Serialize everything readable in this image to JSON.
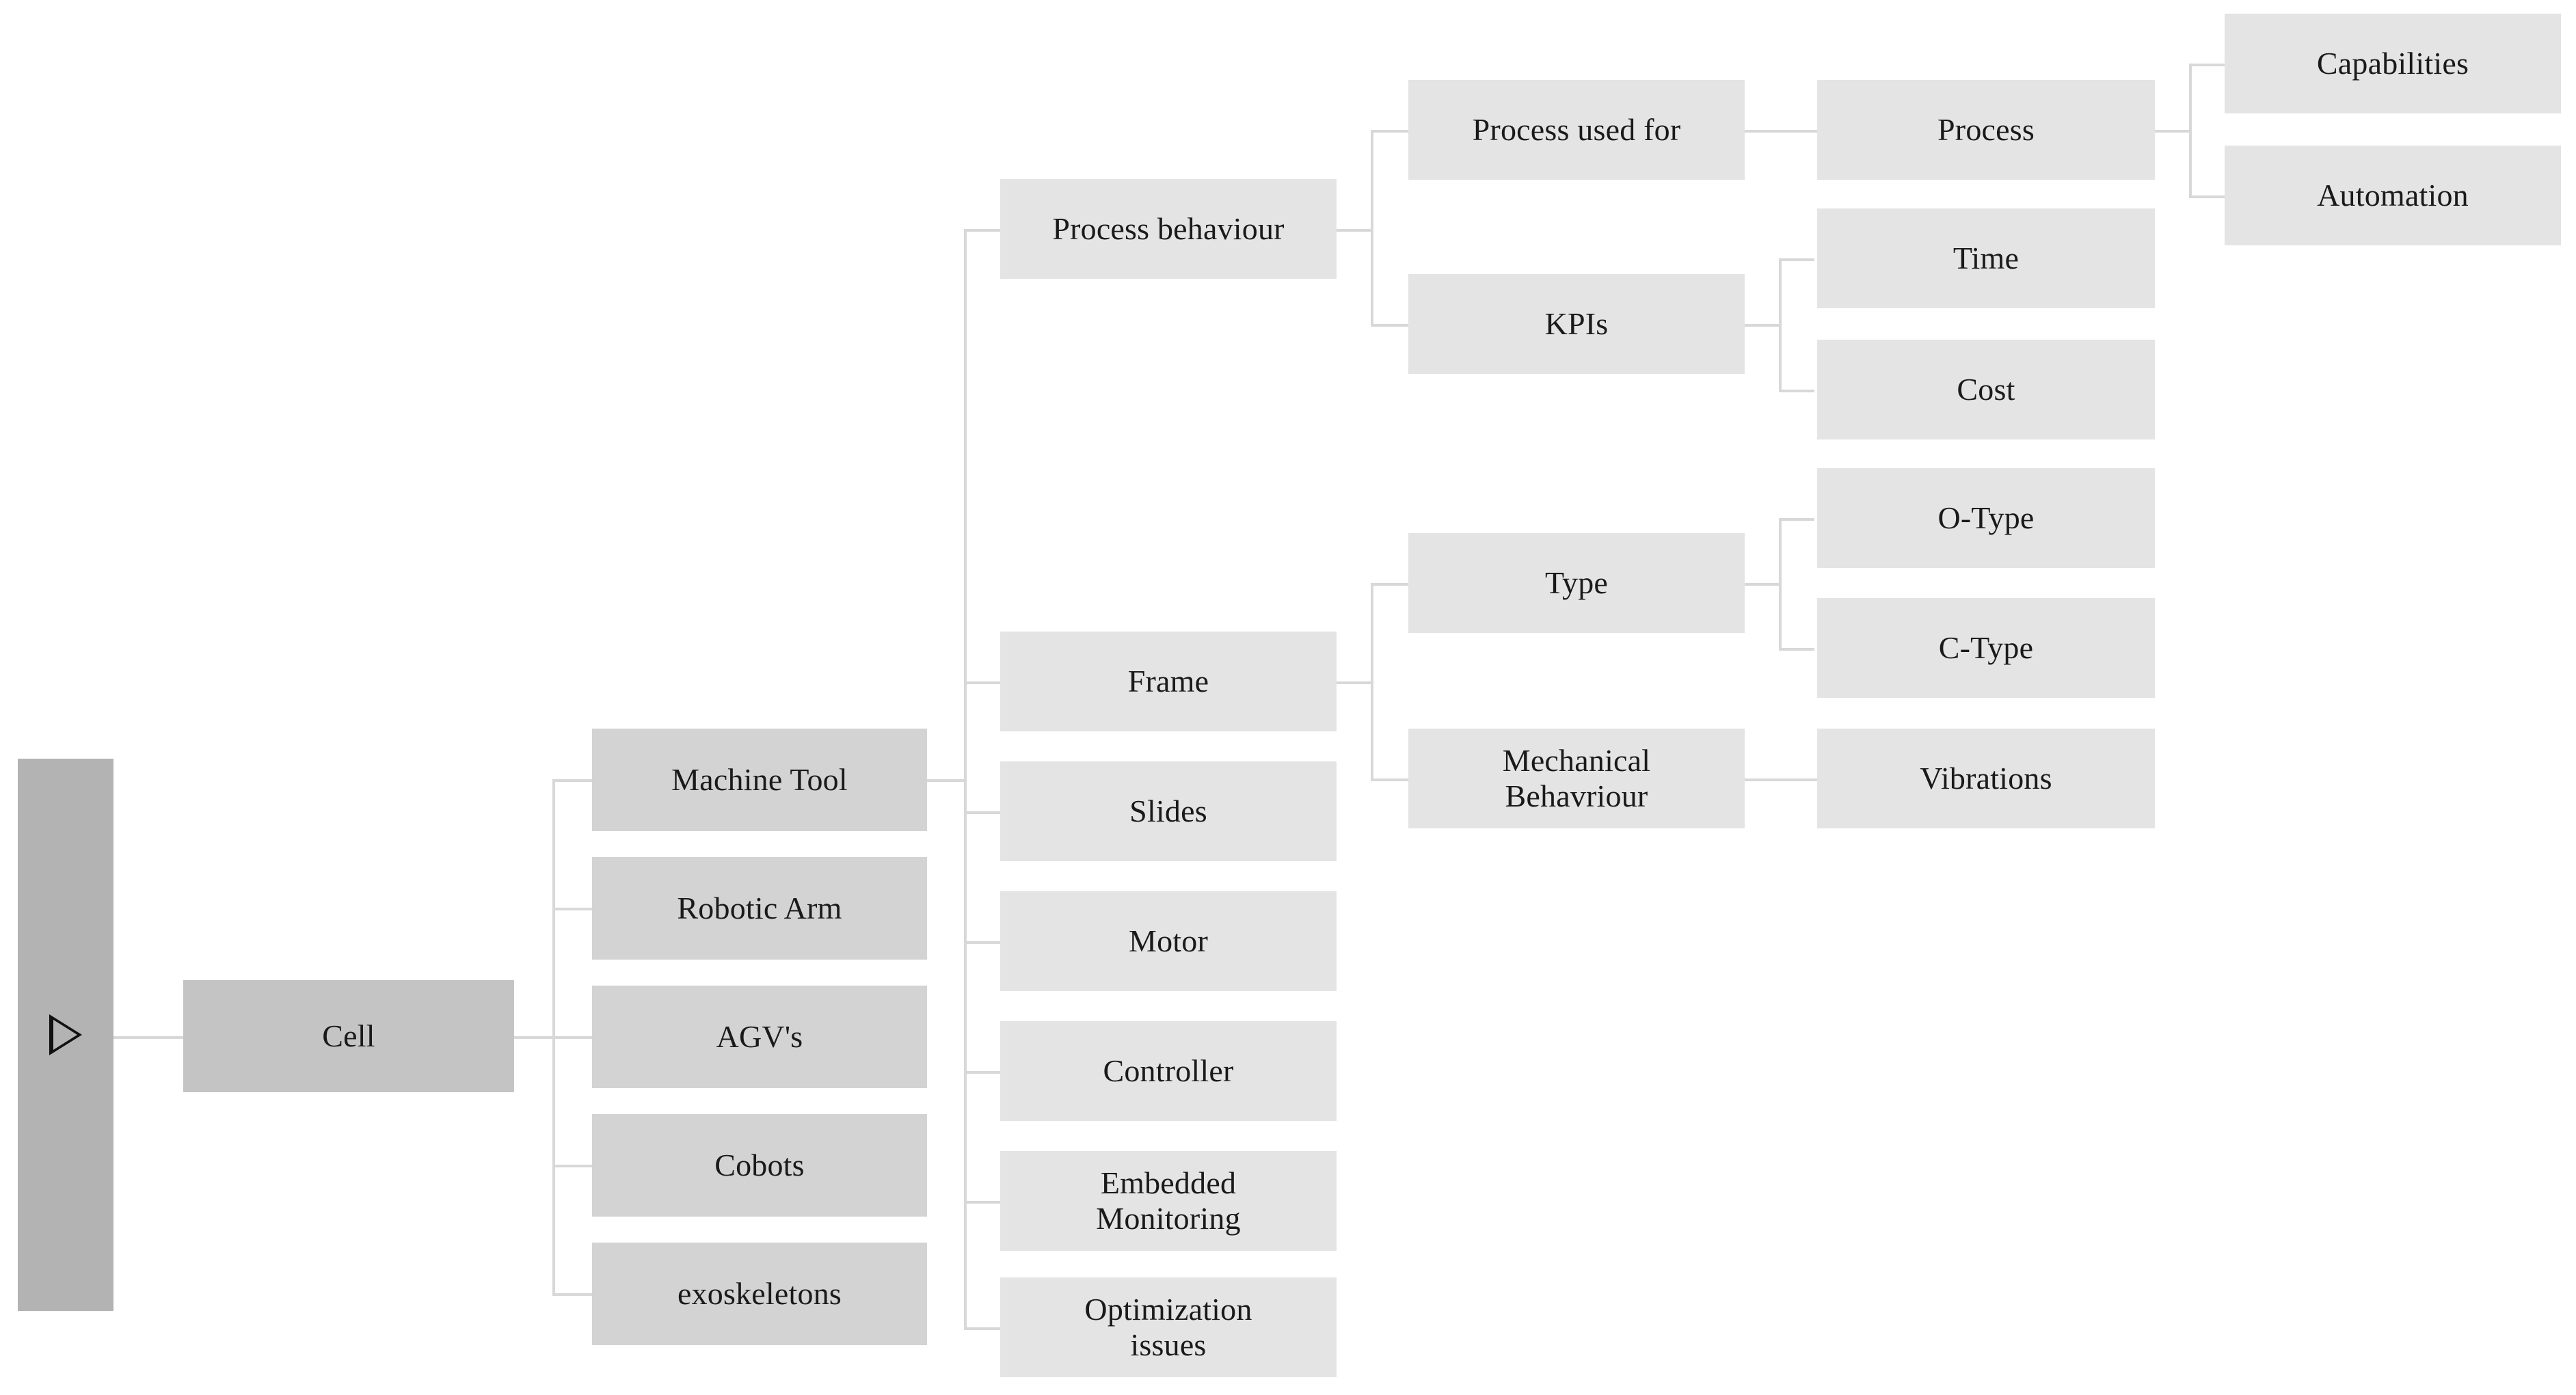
{
  "diagram": {
    "title": "Cell hierarchical breakdown diagram",
    "colors": {
      "background": "#ffffff",
      "root_fill": "#b3b3b3",
      "level1_fill": "#c4c4c4",
      "level2_fill": "#d3d3d3",
      "leaf_fill": "#e4e4e4",
      "connector": "#d8d8d8",
      "text": "#1a1a1a"
    },
    "root": {
      "id": "root",
      "icon": "triangle-right-icon",
      "label": ""
    },
    "nodes": {
      "cell": "Cell",
      "machine_tool": "Machine Tool",
      "robotic_arm": "Robotic Arm",
      "agvs": "AGV's",
      "cobots": "Cobots",
      "exoskeletons": "exoskeletons",
      "process_behaviour": "Process behaviour",
      "frame": "Frame",
      "slides": "Slides",
      "motor": "Motor",
      "controller": "Controller",
      "embedded_monitoring": "Embedded\nMonitoring",
      "optimization_issues": "Optimization\nissues",
      "process_used_for": "Process used for",
      "kpis": "KPIs",
      "type": "Type",
      "mechanical_behaviour": "Mechanical\nBehavriour",
      "process": "Process",
      "time": "Time",
      "cost": "Cost",
      "o_type": "O-Type",
      "c_type": "C-Type",
      "vibrations": "Vibrations",
      "capabilities": "Capabilities",
      "automation": "Automation"
    },
    "hierarchy": {
      "level_0": [
        "root"
      ],
      "level_1": [
        "Cell"
      ],
      "level_2": [
        "Machine Tool",
        "Robotic Arm",
        "AGV's",
        "Cobots",
        "exoskeletons"
      ],
      "level_3": [
        "Process behaviour",
        "Frame",
        "Slides",
        "Motor",
        "Controller",
        "Embedded Monitoring",
        "Optimization issues"
      ],
      "level_4": [
        "Process used for",
        "KPIs",
        "Type",
        "Mechanical Behavriour"
      ],
      "level_5": [
        "Process",
        "Time",
        "Cost",
        "O-Type",
        "C-Type",
        "Vibrations"
      ],
      "level_6": [
        "Capabilities",
        "Automation"
      ]
    },
    "edges": [
      {
        "from": "root",
        "to": "Cell"
      },
      {
        "from": "Cell",
        "to": "Machine Tool"
      },
      {
        "from": "Cell",
        "to": "Robotic Arm"
      },
      {
        "from": "Cell",
        "to": "AGV's"
      },
      {
        "from": "Cell",
        "to": "Cobots"
      },
      {
        "from": "Cell",
        "to": "exoskeletons"
      },
      {
        "from": "Machine Tool",
        "to": "Process behaviour"
      },
      {
        "from": "Machine Tool",
        "to": "Frame"
      },
      {
        "from": "Machine Tool",
        "to": "Slides"
      },
      {
        "from": "Machine Tool",
        "to": "Motor"
      },
      {
        "from": "Machine Tool",
        "to": "Controller"
      },
      {
        "from": "Machine Tool",
        "to": "Embedded Monitoring"
      },
      {
        "from": "Machine Tool",
        "to": "Optimization issues"
      },
      {
        "from": "Process behaviour",
        "to": "Process used for"
      },
      {
        "from": "Process behaviour",
        "to": "KPIs"
      },
      {
        "from": "Process used for",
        "to": "Process"
      },
      {
        "from": "Process",
        "to": "Capabilities"
      },
      {
        "from": "Process",
        "to": "Automation"
      },
      {
        "from": "KPIs",
        "to": "Time"
      },
      {
        "from": "KPIs",
        "to": "Cost"
      },
      {
        "from": "Frame",
        "to": "Type"
      },
      {
        "from": "Frame",
        "to": "Mechanical Behavriour"
      },
      {
        "from": "Type",
        "to": "O-Type"
      },
      {
        "from": "Type",
        "to": "C-Type"
      },
      {
        "from": "Mechanical Behavriour",
        "to": "Vibrations"
      }
    ]
  }
}
